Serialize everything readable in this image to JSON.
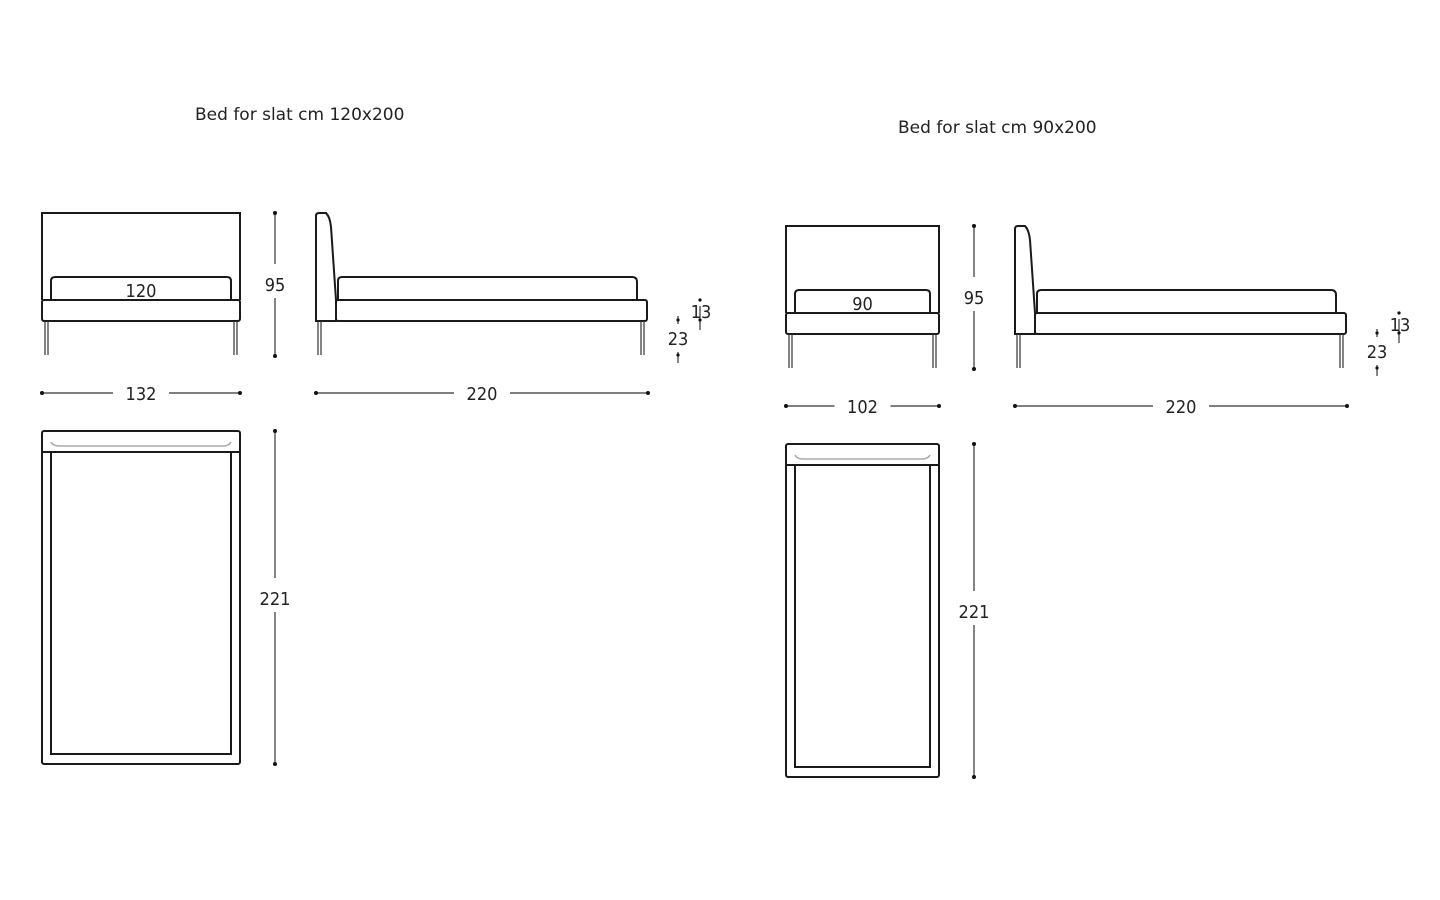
{
  "sets": [
    {
      "title": "Bed for slat cm 120x200",
      "mattress_width": "120",
      "height": "95",
      "overall_width": "132",
      "length": "220",
      "base_height": "13",
      "leg_height": "23",
      "plan_length": "221"
    },
    {
      "title": "Bed for slat cm 90x200",
      "mattress_width": "90",
      "height": "95",
      "overall_width": "102",
      "length": "220",
      "base_height": "13",
      "leg_height": "23",
      "plan_length": "221"
    }
  ]
}
